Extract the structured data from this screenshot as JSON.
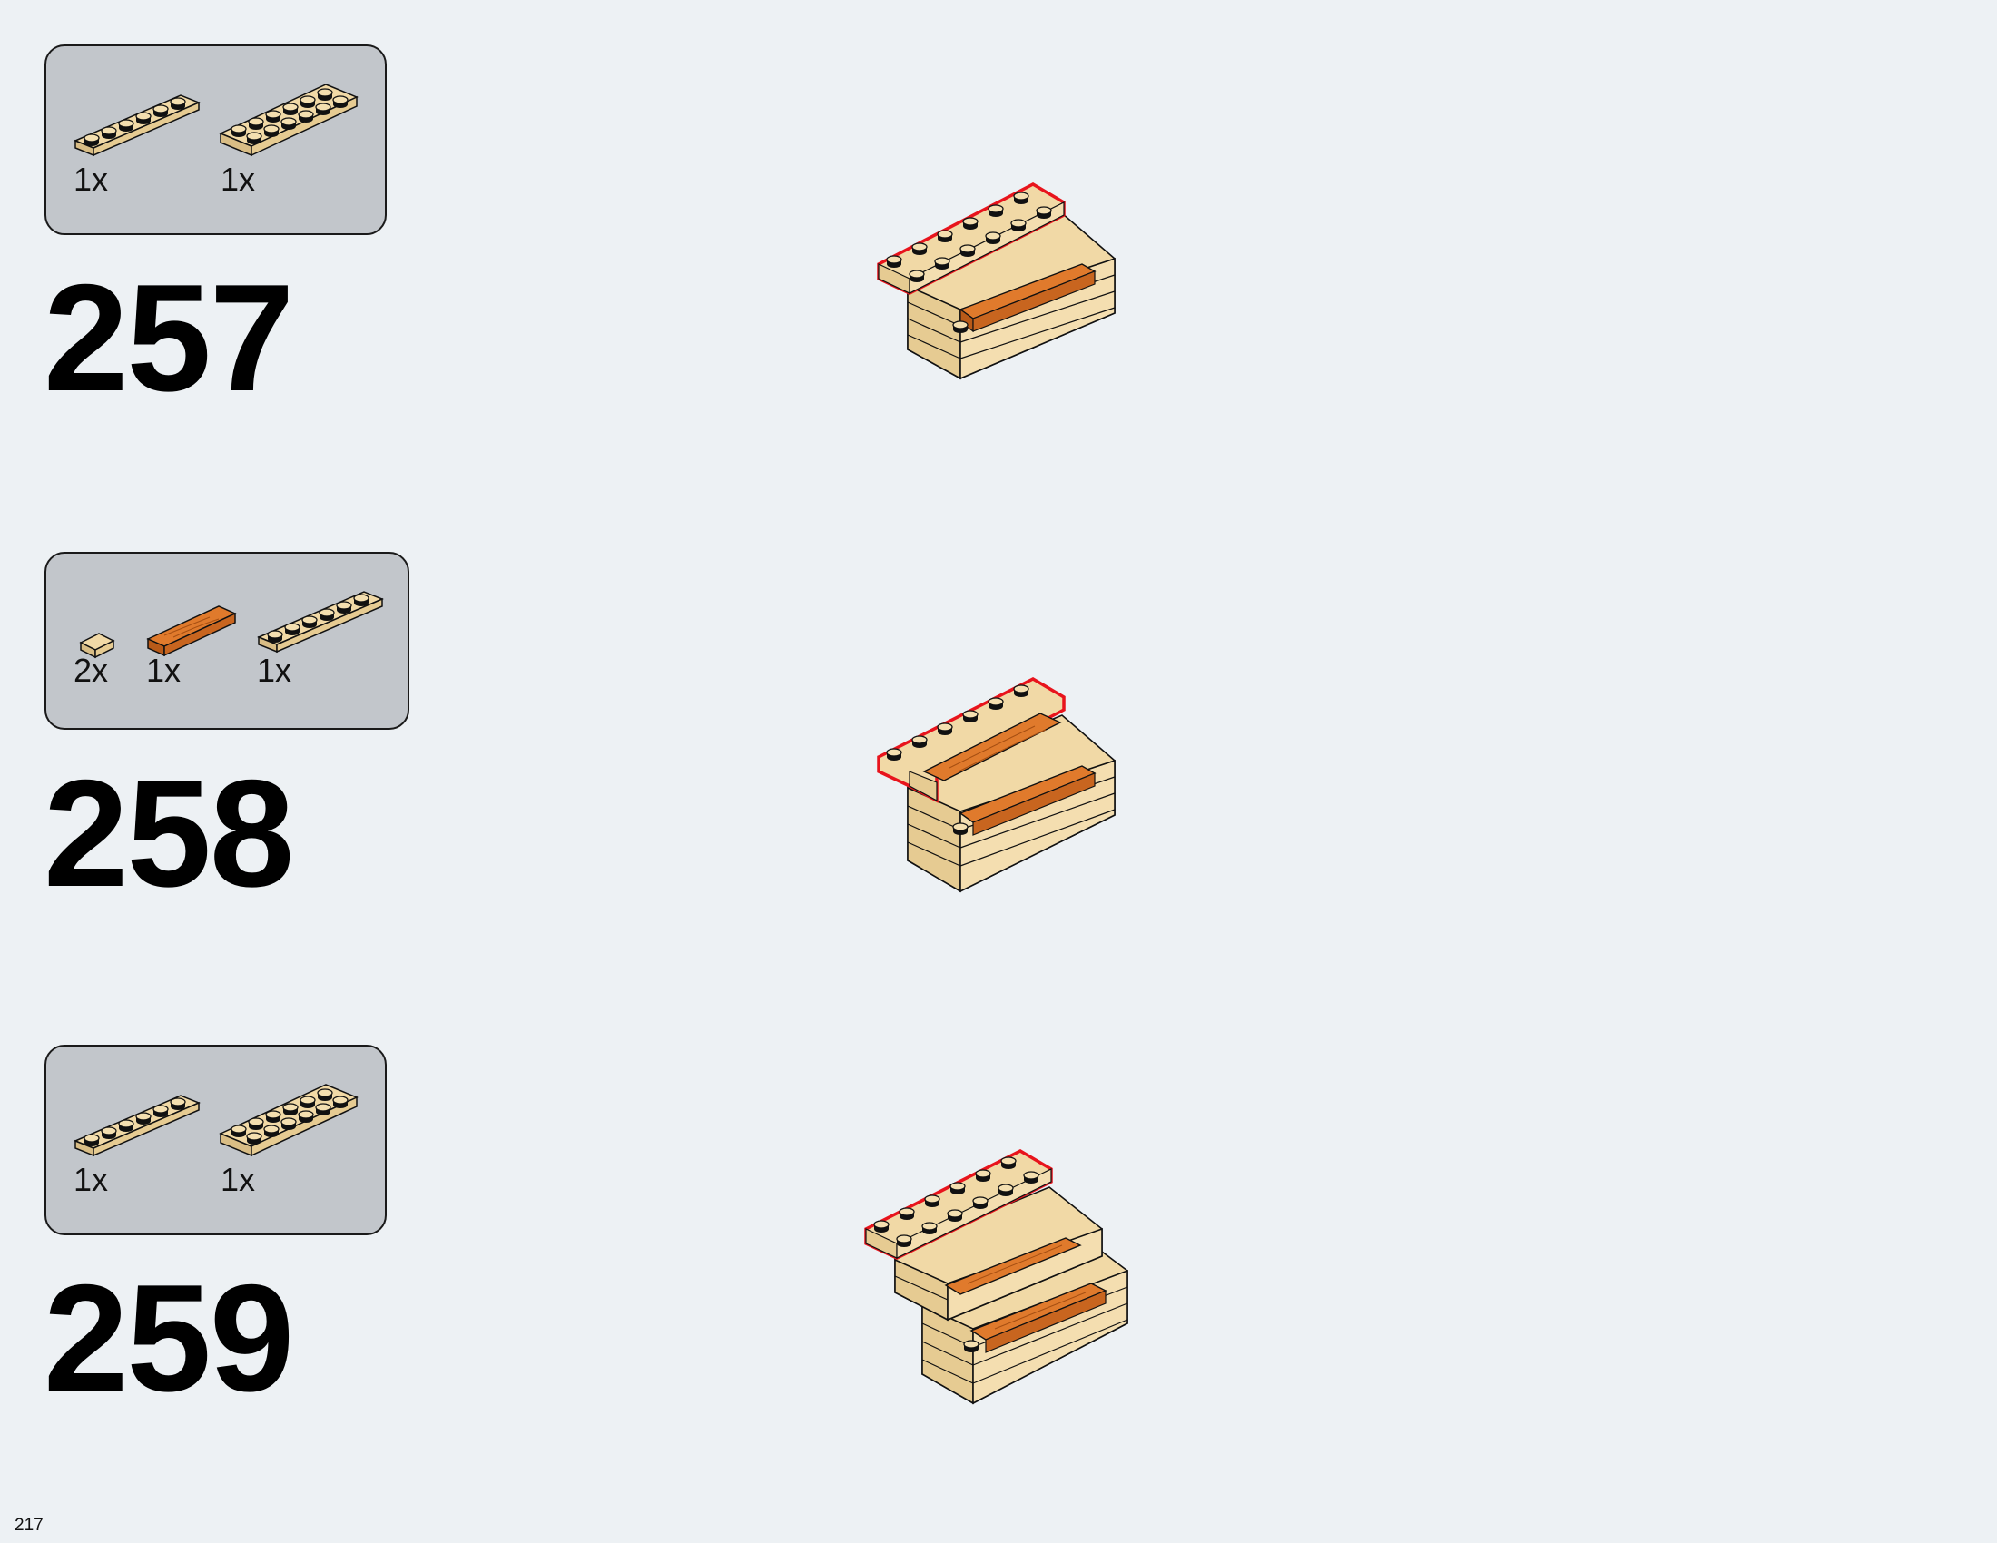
{
  "page": {
    "number": "217"
  },
  "steps": [
    {
      "number": "257",
      "parts": [
        {
          "qty": "1x",
          "part": "tan-plate-1x6"
        },
        {
          "qty": "1x",
          "part": "tan-plate-2x6"
        }
      ]
    },
    {
      "number": "258",
      "parts": [
        {
          "qty": "2x",
          "part": "tan-tile-1x1"
        },
        {
          "qty": "1x",
          "part": "wood-grain-tile-1x4"
        },
        {
          "qty": "1x",
          "part": "tan-plate-1x6"
        }
      ]
    },
    {
      "number": "259",
      "parts": [
        {
          "qty": "1x",
          "part": "tan-plate-1x6"
        },
        {
          "qty": "1x",
          "part": "tan-plate-2x6"
        }
      ]
    }
  ],
  "colors": {
    "background": "#edf1f4",
    "parts_box": "#c2c6cb",
    "tan": "#f1d9a6",
    "tan_side": "#d9bd85",
    "wood": "#e07a2c",
    "highlight": "#e8141c"
  }
}
